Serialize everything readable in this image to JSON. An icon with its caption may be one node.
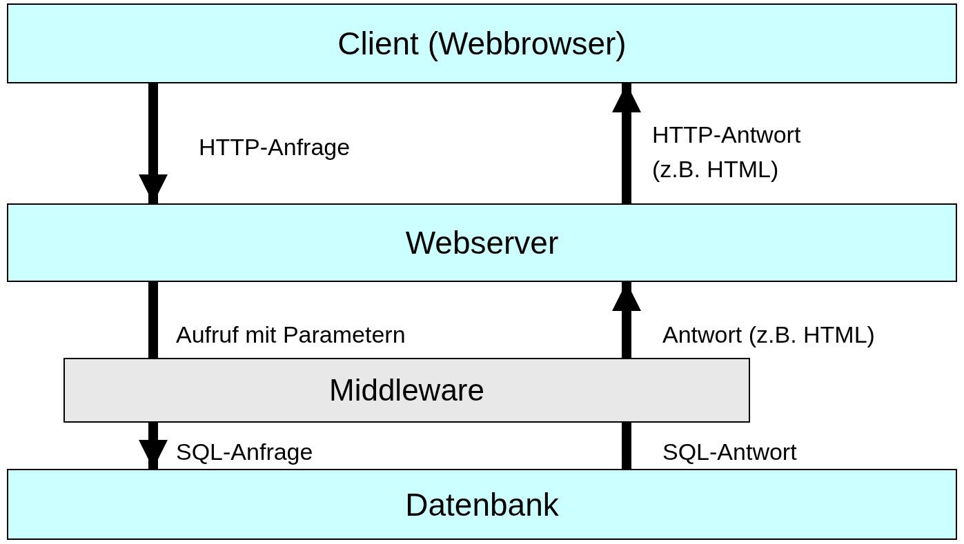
{
  "diagram": {
    "nodes": [
      {
        "text": [
          "Client (Webbrowser)"
        ]
      },
      {
        "text": [
          "Webserver"
        ]
      },
      {
        "text": [
          "Middleware"
        ]
      },
      {
        "text": [
          "Datenbank"
        ]
      }
    ],
    "edges": [
      {
        "from": 0,
        "to": 1,
        "arrow": "to",
        "label": "HTTP-Anfrage"
      },
      {
        "from": 1,
        "to": 0,
        "arrow": "to",
        "label": "HTTP-Antwort (z.B. HTML)"
      },
      {
        "from": 1,
        "to": 2,
        "arrow": "none",
        "label": "Aufruf mit Parametern"
      },
      {
        "from": 2,
        "to": 1,
        "arrow": "to",
        "label": "Antwort (z.B. HTML)"
      },
      {
        "from": 2,
        "to": 3,
        "arrow": "to",
        "label": "SQL-Anfrage"
      },
      {
        "from": 3,
        "to": 2,
        "arrow": "none",
        "label": "SQL-Antwort"
      }
    ]
  }
}
